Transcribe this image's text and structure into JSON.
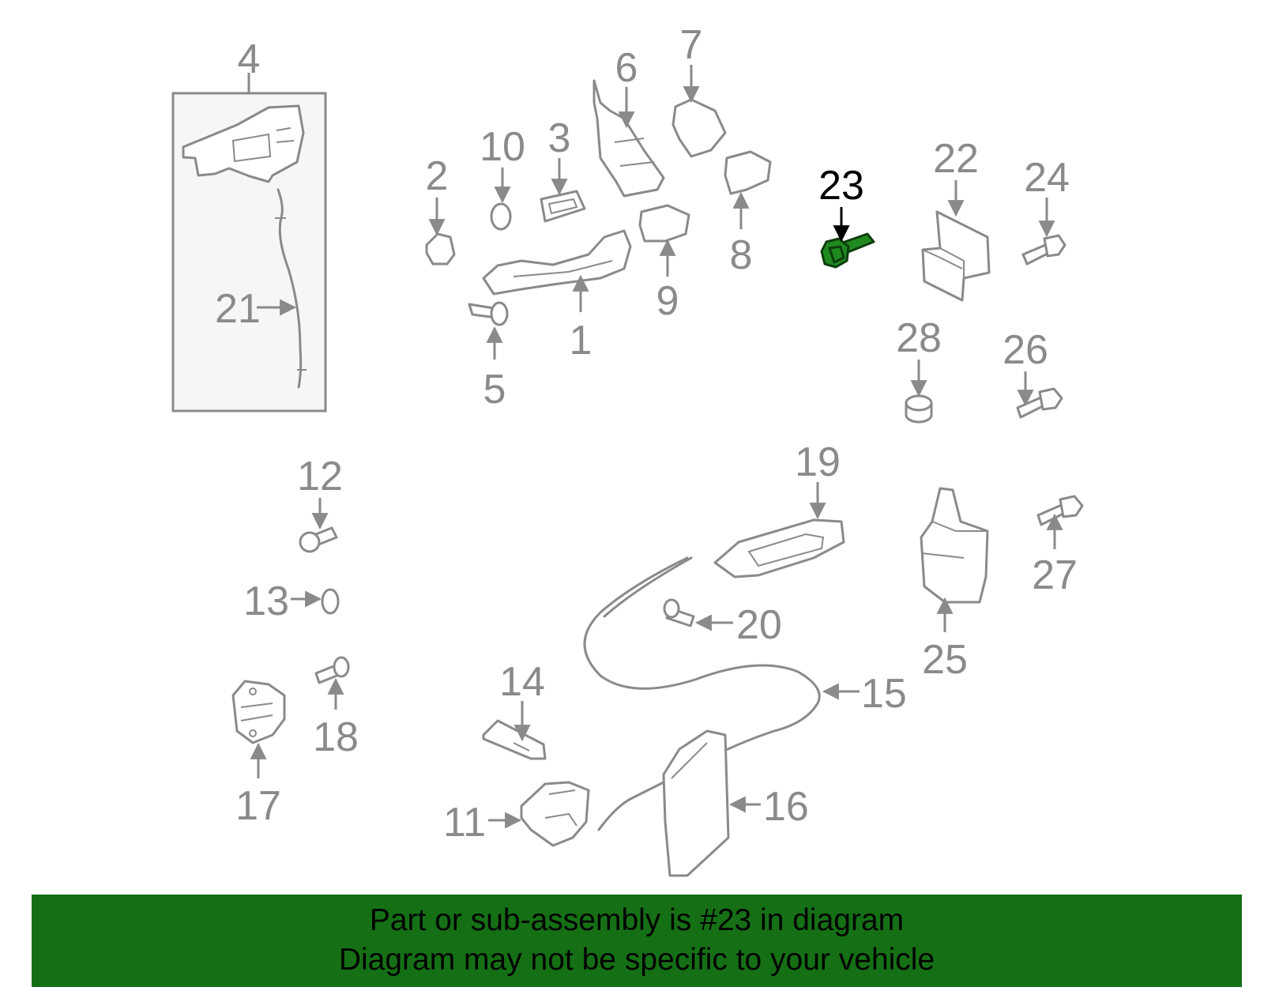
{
  "diagram": {
    "highlight_color": "#1f8a1f",
    "line_color": "#8a8a8a",
    "callouts": [
      "4",
      "21",
      "2",
      "10",
      "3",
      "6",
      "7",
      "8",
      "9",
      "1",
      "5",
      "23",
      "22",
      "24",
      "28",
      "26",
      "12",
      "13",
      "18",
      "17",
      "19",
      "20",
      "15",
      "14",
      "11",
      "16",
      "25",
      "27"
    ],
    "highlighted_callout": "23"
  },
  "banner": {
    "background": "#157015",
    "line1": "Part or sub-assembly is #23 in diagram",
    "line2": "Diagram may not be specific to your vehicle"
  }
}
